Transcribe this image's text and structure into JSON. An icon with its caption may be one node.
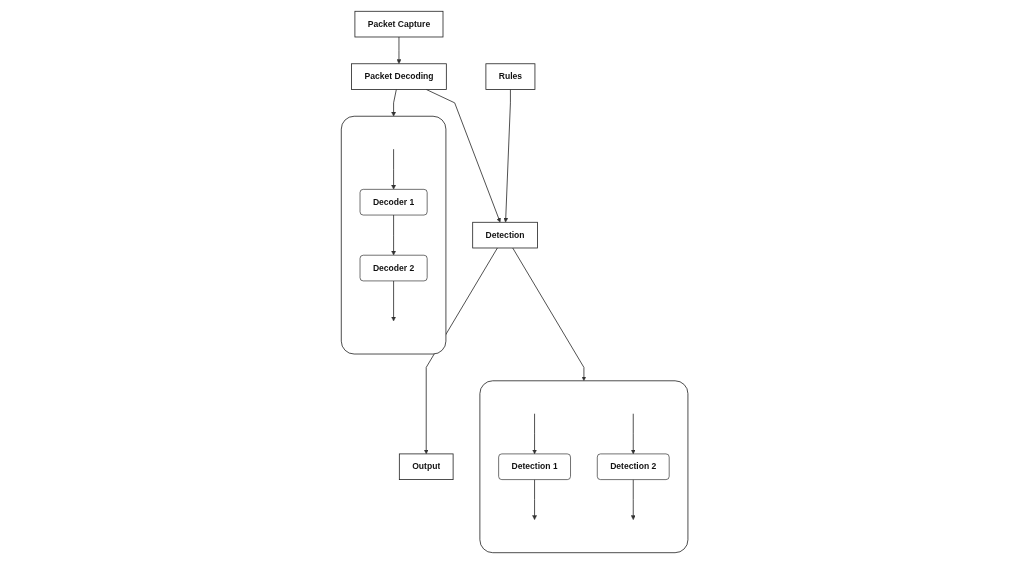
{
  "diagram": {
    "nodes": [
      {
        "text": [
          "Packet Capture"
        ]
      },
      {
        "text": [
          "Packet Decoding"
        ]
      },
      {
        "text": [
          "Rules"
        ]
      },
      {
        "text": [
          "Detection"
        ]
      },
      {
        "text": [
          "Output"
        ]
      },
      {
        "text": [],
        "shape": "box"
      },
      {
        "text": [
          "Decoder 1"
        ],
        "in": 5
      },
      {
        "text": [
          "Decoder 2"
        ],
        "in": 5
      },
      {
        "text": [],
        "shape": "box"
      },
      {
        "text": [
          "Detection 1"
        ],
        "in": 8
      },
      {
        "text": [
          "Detection 2"
        ],
        "in": 8
      }
    ],
    "edges": [
      {
        "from": 0,
        "to": 1,
        "arrow": "to"
      },
      {
        "from": 1,
        "to": 5,
        "arrow": "to"
      },
      {
        "from": 1,
        "to": 3,
        "arrow": "to"
      },
      {
        "from": 2,
        "to": 3,
        "arrow": "to"
      },
      {
        "from": 3,
        "to": 4,
        "arrow": "to"
      },
      {
        "from": 3,
        "to": 8,
        "arrow": "to"
      },
      {
        "from": null,
        "to": 6,
        "arrow": "to"
      },
      {
        "from": 6,
        "to": 7,
        "arrow": "to"
      },
      {
        "from": 7,
        "to": null,
        "arrow": "to"
      },
      {
        "from": null,
        "to": 9,
        "arrow": "to"
      },
      {
        "from": null,
        "to": 10,
        "arrow": "to"
      },
      {
        "from": 9,
        "to": null,
        "arrow": "to"
      },
      {
        "from": 10,
        "to": null,
        "arrow": "to"
      }
    ]
  }
}
